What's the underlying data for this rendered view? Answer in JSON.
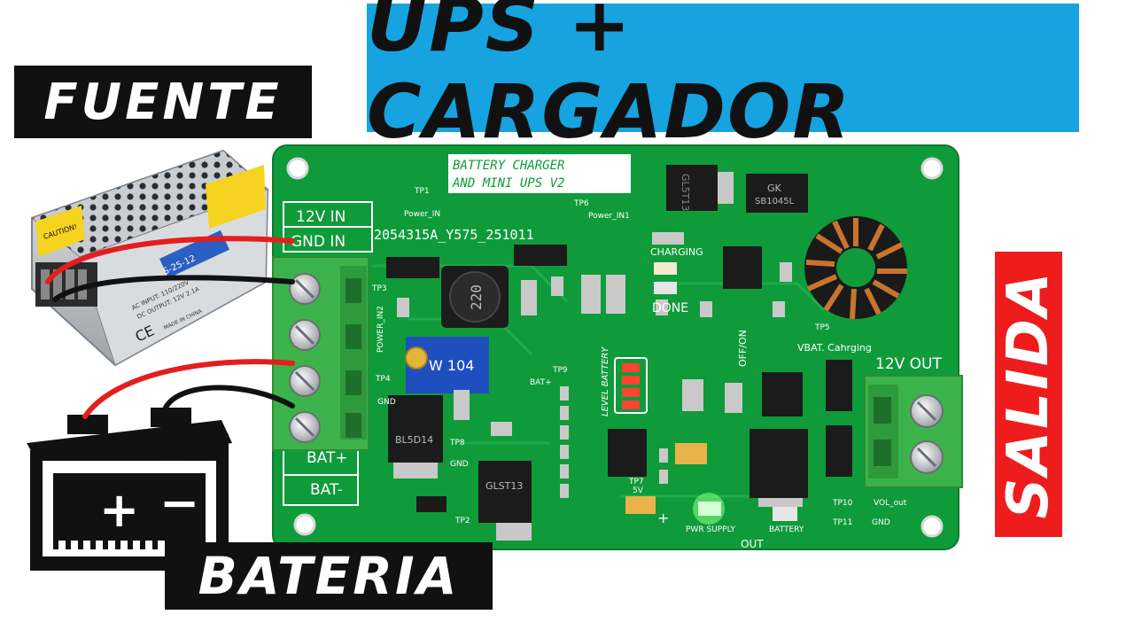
{
  "banner": {
    "title": "UPS + CARGADOR"
  },
  "labels": {
    "fuente": "FUENTE",
    "bateria": "BATERIA",
    "salida": "SALIDA"
  },
  "board": {
    "title_line1": "BATTERY CHARGER",
    "title_line2": "AND MINI UPS V2",
    "code": "2054315A_Y575_251011",
    "input_12v": "12V IN",
    "input_gnd": "GND IN",
    "bat_plus": "BAT+",
    "bat_minus": "BAT-",
    "output_12v": "12V OUT",
    "output_gnd": "GND OUT",
    "charging": "CHARGING",
    "done": "DONE",
    "level_battery": "LEVEL BATTERY",
    "off_on": "OFF/ON",
    "vbat_charging": "VBAT. Cahrging",
    "tp1": "TP1",
    "power_in": "Power_IN",
    "tp6": "TP6",
    "power_in1": "Power_IN1",
    "tp3": "TP3",
    "power_in2": "POWER_IN2",
    "tp4": "TP4",
    "gnd": "GND",
    "tp9": "TP9",
    "bat_plus_tp": "BAT+",
    "tp8": "TP8",
    "tp7": "TP7",
    "five_v": "5V",
    "tp2": "TP2",
    "tp5": "TP5",
    "tp10": "TP10",
    "vol_out": "VOL_out",
    "tp11": "TP11",
    "pwr_supply": "PWR SUPPLY",
    "battery_led": "BATTERY",
    "out": "OUT",
    "plus": "+",
    "inductor_mark": "220",
    "pot_mark": "W 104",
    "chip_mark1": "GL5T13",
    "chip_mark2": "SB1045L",
    "chip_mark3": "BL5D14",
    "chip_mark4": "GLST13",
    "chip_gk": "GK"
  },
  "psu": {
    "caution": "CAUTION!",
    "model": "S-25-12",
    "input": "AC INPUT: 110/220V",
    "output": "DC OUTPUT: 12V 2.1A",
    "ce": "CE",
    "made": "MADE IN CHINA"
  },
  "battery_icon": {
    "plus": "+",
    "minus": "−"
  },
  "colors": {
    "banner_blue": "#16a3e0",
    "salida_red": "#ee1c1c",
    "pcb_green": "#0f9b3a",
    "terminal_green": "#3cb34a",
    "wire_red": "#e41e1e",
    "wire_black": "#111111"
  }
}
